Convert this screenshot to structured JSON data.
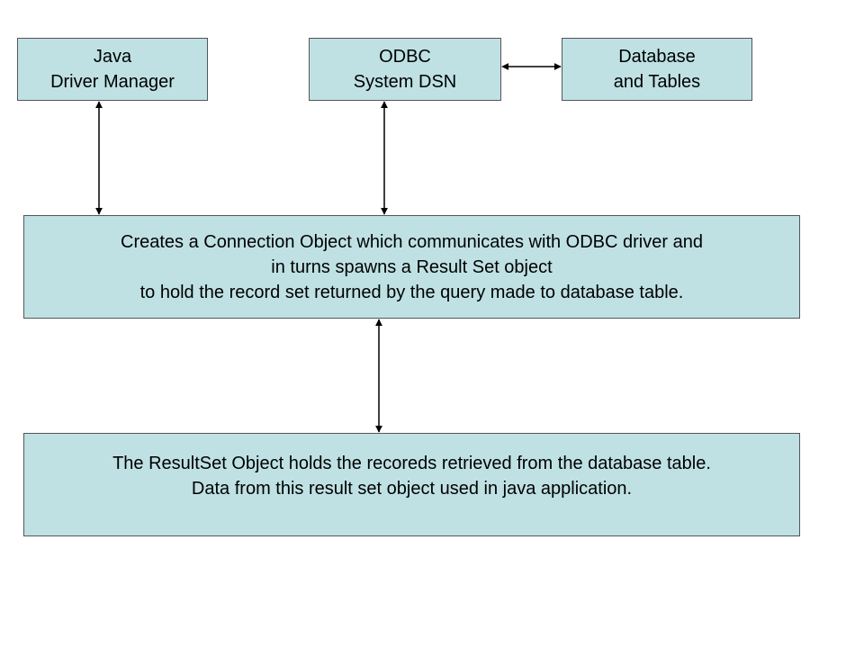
{
  "diagram": {
    "nodes": {
      "java_driver_manager": {
        "lines": [
          "Java",
          "Driver Manager"
        ]
      },
      "odbc_system_dsn": {
        "lines": [
          "ODBC",
          "System DSN"
        ]
      },
      "database_tables": {
        "lines": [
          "Database",
          "and Tables"
        ]
      },
      "connection_object": {
        "lines": [
          "Creates a Connection Object which communicates with ODBC driver and",
          "in turns spawns a Result Set object",
          "to hold the record set returned by the query made to database table."
        ]
      },
      "resultset_object": {
        "lines": [
          "The ResultSet Object holds the recoreds retrieved from the database table.",
          "Data from this result set object used in java application."
        ]
      }
    },
    "edges": [
      {
        "from": "odbc_system_dsn",
        "to": "database_tables",
        "direction": "both"
      },
      {
        "from": "java_driver_manager",
        "to": "connection_object",
        "direction": "both"
      },
      {
        "from": "odbc_system_dsn",
        "to": "connection_object",
        "direction": "both"
      },
      {
        "from": "connection_object",
        "to": "resultset_object",
        "direction": "both"
      }
    ],
    "colors": {
      "box_fill": "#bfe1e4",
      "box_border": "#555555",
      "arrow": "#000000",
      "text": "#000000"
    }
  }
}
